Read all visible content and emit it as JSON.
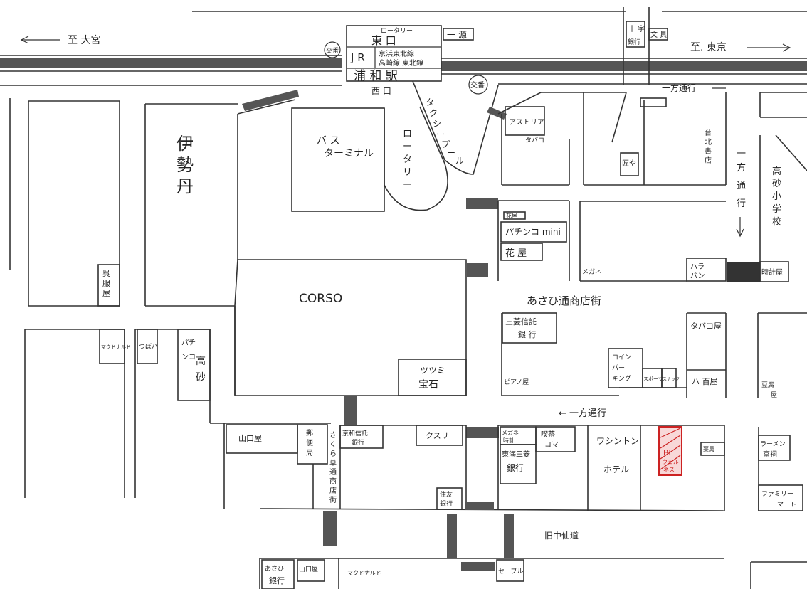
{
  "top": {
    "to_omiya": "至 大宮",
    "to_tokyo": "至. 東京",
    "rotary_top": "ロータリー",
    "east_exit": "東 口",
    "jr": "J R",
    "lines1": "京浜東北線",
    "lines2": "高崎線 東北線",
    "station": "浦 和 駅",
    "west_exit": "西 口",
    "ichigen": "一 源",
    "koban": "交番",
    "koban2": "交番",
    "juji": "十 字",
    "bunsei": "文 具",
    "ginko": "銀行",
    "oneway_top": "一方通行"
  },
  "places": {
    "bus_terminal_1": "バ ス",
    "bus_terminal_2": "ターミナル",
    "rotary_v": [
      "ロ",
      "ー",
      "タ",
      "リ",
      "ー"
    ],
    "taxi_pool": [
      "タ",
      "ク",
      "シ",
      "ー",
      "プ",
      "ー",
      "ル"
    ],
    "isetan": [
      "伊",
      "勢",
      "丹"
    ],
    "corso": "CORSO",
    "tsutsumi_1": "ツツミ",
    "tsutsumi_2": "宝石",
    "astoria": "アストリア",
    "tabako_small": "タバコ",
    "hanaya_small": "花屋",
    "pachinko_mini": "パチンコ mini",
    "hanaya": "花 屋",
    "shi": "匠や",
    "sho_shoten": [
      "台",
      "北",
      "書",
      "店"
    ],
    "megane": "メガネ",
    "hara_1": "ハラ",
    "hara_2": "パン",
    "tokeiya": "時計屋",
    "oneway_right": [
      "一",
      "方",
      "通",
      "行"
    ],
    "takasago_school": [
      "高",
      "砂",
      "小",
      "学",
      "校"
    ],
    "asahi_street": "あさひ通商店街",
    "mitsubishi_trust_1": "三菱信託",
    "mitsubishi_trust_2": "銀 行",
    "tabako_ya": "タバコ屋",
    "coin_1": "コイン",
    "coin_2": "パー",
    "coin_3": "キング",
    "sports": "スポーツ",
    "snack": "スナック",
    "hachi": "ハ 百屋",
    "piano": "ピアノ屋",
    "oneway_mid": "← 一方通行",
    "shugei_1": "呉",
    "shugei_2": "服",
    "shugei_3": "屋",
    "mac": "マクドナルド",
    "tsubo": "つぼハ",
    "pachinko_takasago_1": "パチ",
    "pachinko_takasago_2": "ンコ",
    "pachinko_takasago_3": "高",
    "pachinko_takasago_4": "砂",
    "yamaguchi": "山口屋",
    "yubin_1": "郵",
    "yubin_2": "便",
    "yubin_3": "局",
    "sakuraso": [
      "さ",
      "く",
      "ら",
      "草",
      "通",
      "商",
      "店",
      "街"
    ],
    "kyodo_1": "京和信託",
    "kyodo_2": "銀行",
    "kusuri": "クスリ",
    "megane2_1": "メガネ",
    "megane2_2": "時計",
    "tokai_1": "東海三菱",
    "tokai_2": "銀行",
    "kissa_1": "喫茶",
    "kissa_2": "コマ",
    "washington_1": "ワシントン",
    "washington_2": "ホテル",
    "bl_1": "BL",
    "bl_2": "ウェル",
    "bl_3": "ネス",
    "yakuza": "薬局",
    "ramen_1": "ラーメン",
    "ramen_2": "富祠",
    "mameya_1": "豆腐",
    "mameya_2": "屋",
    "family_1": "ファミリー",
    "family_2": "マート",
    "sumitomo_1": "住友",
    "sumitomo_2": "銀行",
    "nakasendo": "旧中仙道",
    "asahi_bank_1": "あさひ",
    "asahi_bank_2": "銀行",
    "yamaguchi2": "山口屋",
    "mac2": "マクドナルド",
    "seibu": "セーブル"
  },
  "colors": {
    "ink": "#222222",
    "highlight": "#cc2222"
  }
}
